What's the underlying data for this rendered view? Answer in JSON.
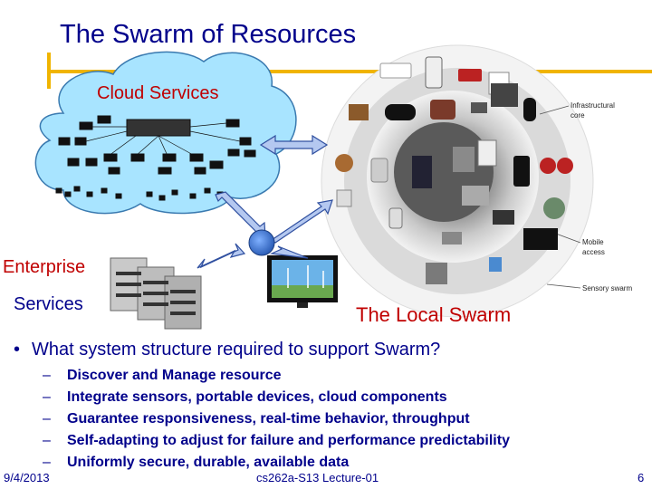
{
  "slide": {
    "title": "The Swarm of Resources",
    "figure": {
      "cloud_label": "Cloud Services",
      "enterprise_label": "Enterprise",
      "services_label": "Services",
      "local_swarm_label": "The Local Swarm",
      "ring_labels": {
        "core_line1": "Infrastructural",
        "core_line2": "core",
        "mobile_line1": "Mobile",
        "mobile_line2": "access",
        "sensory": "Sensory swarm"
      }
    },
    "question": "What system structure required to support Swarm?",
    "subpoints": [
      "Discover and Manage resource",
      "Integrate sensors, portable devices, cloud components",
      "Guarantee responsiveness, real-time behavior, throughput",
      "Self-adapting to adjust for failure and performance predictability",
      "Uniformly secure, durable, available data"
    ],
    "footer": {
      "date": "9/4/2013",
      "course": "cs262a-S13 Lecture-01",
      "page": "6"
    },
    "colors": {
      "title": "#00008b",
      "accent_rule": "#f0b400",
      "label_red": "#c00000",
      "cloud_fill": "#a8e4ff",
      "arrow_fill": "#b4c8f0"
    }
  }
}
